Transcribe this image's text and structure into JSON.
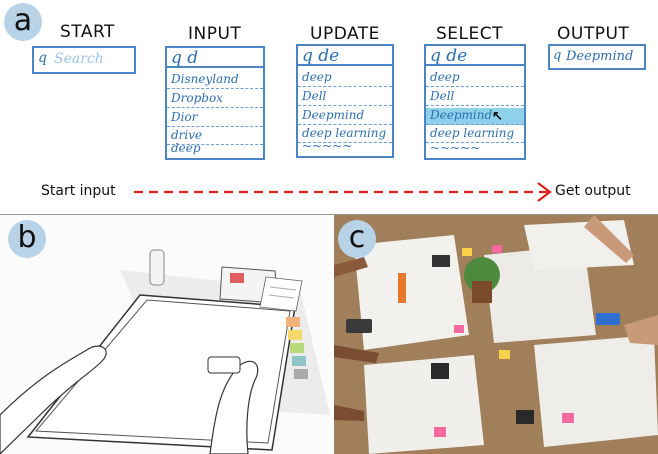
{
  "panel_a": {
    "badge": "a",
    "stages": {
      "start": {
        "label": "START",
        "query": "Search"
      },
      "input": {
        "label": "INPUT",
        "query": "d",
        "items": [
          "Disneyland",
          "Dropbox",
          "Dior",
          "drive",
          "deep"
        ]
      },
      "update": {
        "label": "UPDATE",
        "query": "de",
        "items": [
          "deep",
          "Dell",
          "Deepmind",
          "deep learning",
          "~~~~~"
        ]
      },
      "select": {
        "label": "SELECT",
        "query": "de",
        "items": [
          "deep",
          "Dell",
          "Deepmind",
          "deep learning",
          "~~~~~"
        ],
        "selected_index": 2
      },
      "output": {
        "label": "OUTPUT",
        "query": "Deepmind"
      }
    },
    "flow": {
      "start_text": "Start input",
      "end_text": "Get output",
      "arrow_color": "#e0201b"
    }
  },
  "panel_b": {
    "badge": "b"
  },
  "panel_c": {
    "badge": "c"
  },
  "colors": {
    "badge": "#b8d2e8",
    "ink_blue": "#4a86c6",
    "highlight": "#8fd0ea",
    "arrow_red": "#e0201b"
  }
}
